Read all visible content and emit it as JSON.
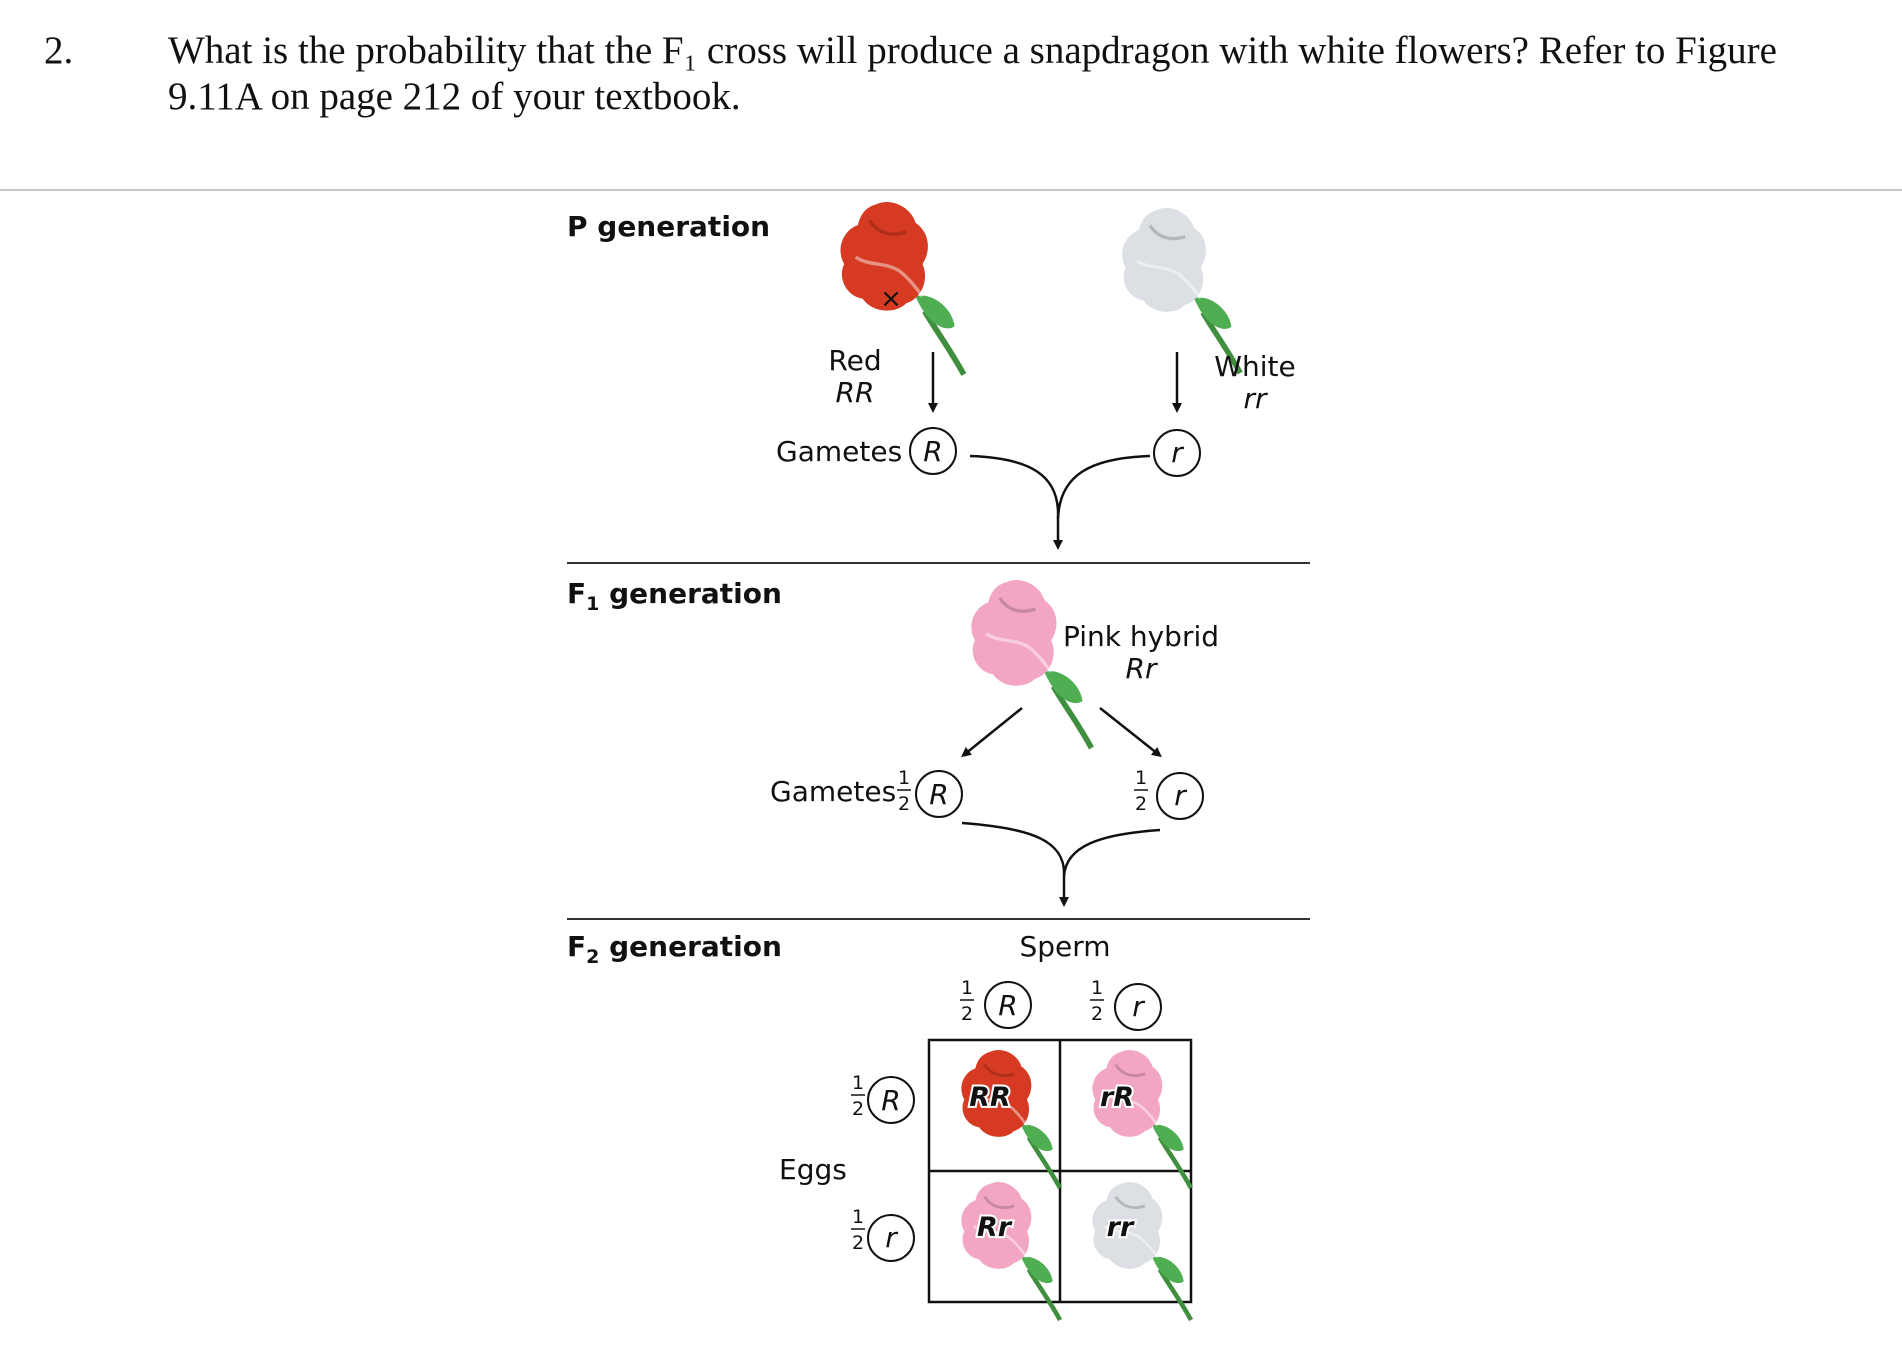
{
  "question": {
    "number": "2.",
    "text": "What is the probability that the F₁ cross will produce a snapdragon with white flowers? Refer to Figure 9.11A on page 212 of your textbook."
  },
  "diagram": {
    "p_generation": {
      "label": "P generation",
      "cross_symbol": "×",
      "red": {
        "name": "Red",
        "genotype": "RR"
      },
      "white": {
        "name": "White",
        "genotype": "rr"
      },
      "gametes_label": "Gametes",
      "gamete_left": "R",
      "gamete_right": "r"
    },
    "f1_generation": {
      "label_main": "F",
      "label_sub": "1",
      "label_rest": " generation",
      "hybrid": {
        "name": "Pink hybrid",
        "genotype": "Rr"
      },
      "gametes_label": "Gametes",
      "frac_num": "1",
      "frac_den": "2",
      "gamete_left": "R",
      "gamete_right": "r"
    },
    "f2_generation": {
      "label_main": "F",
      "label_sub": "2",
      "label_rest": " generation",
      "sperm_label": "Sperm",
      "eggs_label": "Eggs",
      "frac_num": "1",
      "frac_den": "2",
      "sperm": [
        "R",
        "r"
      ],
      "eggs": [
        "R",
        "r"
      ],
      "cells": [
        "RR",
        "rR",
        "Rr",
        "rr"
      ]
    },
    "colors": {
      "red_flower": "#d63a22",
      "white_flower": "#dcdfe3",
      "pink_flower": "#f2a6c4",
      "stem_green": "#4fae52"
    }
  }
}
